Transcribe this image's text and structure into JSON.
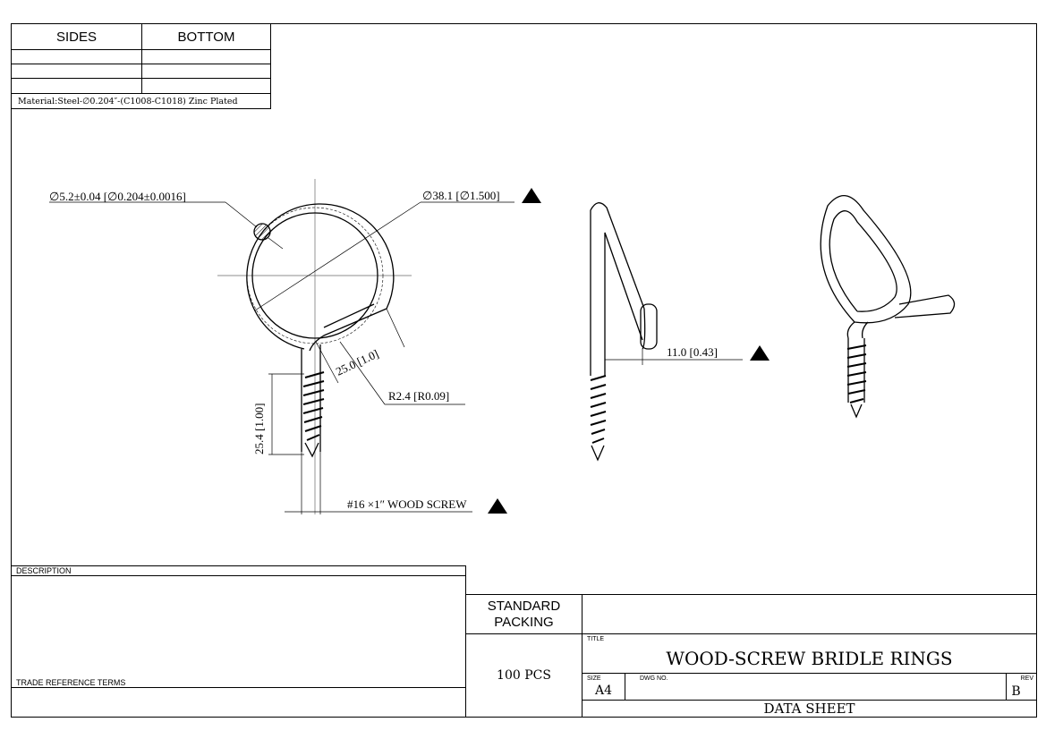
{
  "top_table": {
    "headers": [
      "SIDES",
      "BOTTOM"
    ],
    "material": "Material:Steel-∅0.204″-(C1008-C1018) Zinc Plated"
  },
  "dimensions": {
    "wire_diameter": "∅5.2±0.04 [∅0.204±0.0016]",
    "ring_diameter": "∅38.1 [∅1.500]",
    "shank_offset": "25.0 [1.0]",
    "bend_radius": "R2.4 [R0.09]",
    "screw_length": "25.4 [1.00]",
    "screw_spec": "#16 ×1″ WOOD SCREW",
    "side_offset": "11.0 [0.43]"
  },
  "description": {
    "label": "DESCRIPTION",
    "trade_terms_label": "TRADE REFERENCE TERMS"
  },
  "title_block": {
    "packing_label": "STANDARD PACKING",
    "packing_value": "100 PCS",
    "title_label": "TITLE",
    "title": "WOOD-SCREW BRIDLE RINGS",
    "size_label": "SIZE",
    "size": "A4",
    "dwg_label": "DWG NO.",
    "rev_label": "REV",
    "rev": "B",
    "sheet_type": "DATA SHEET"
  }
}
